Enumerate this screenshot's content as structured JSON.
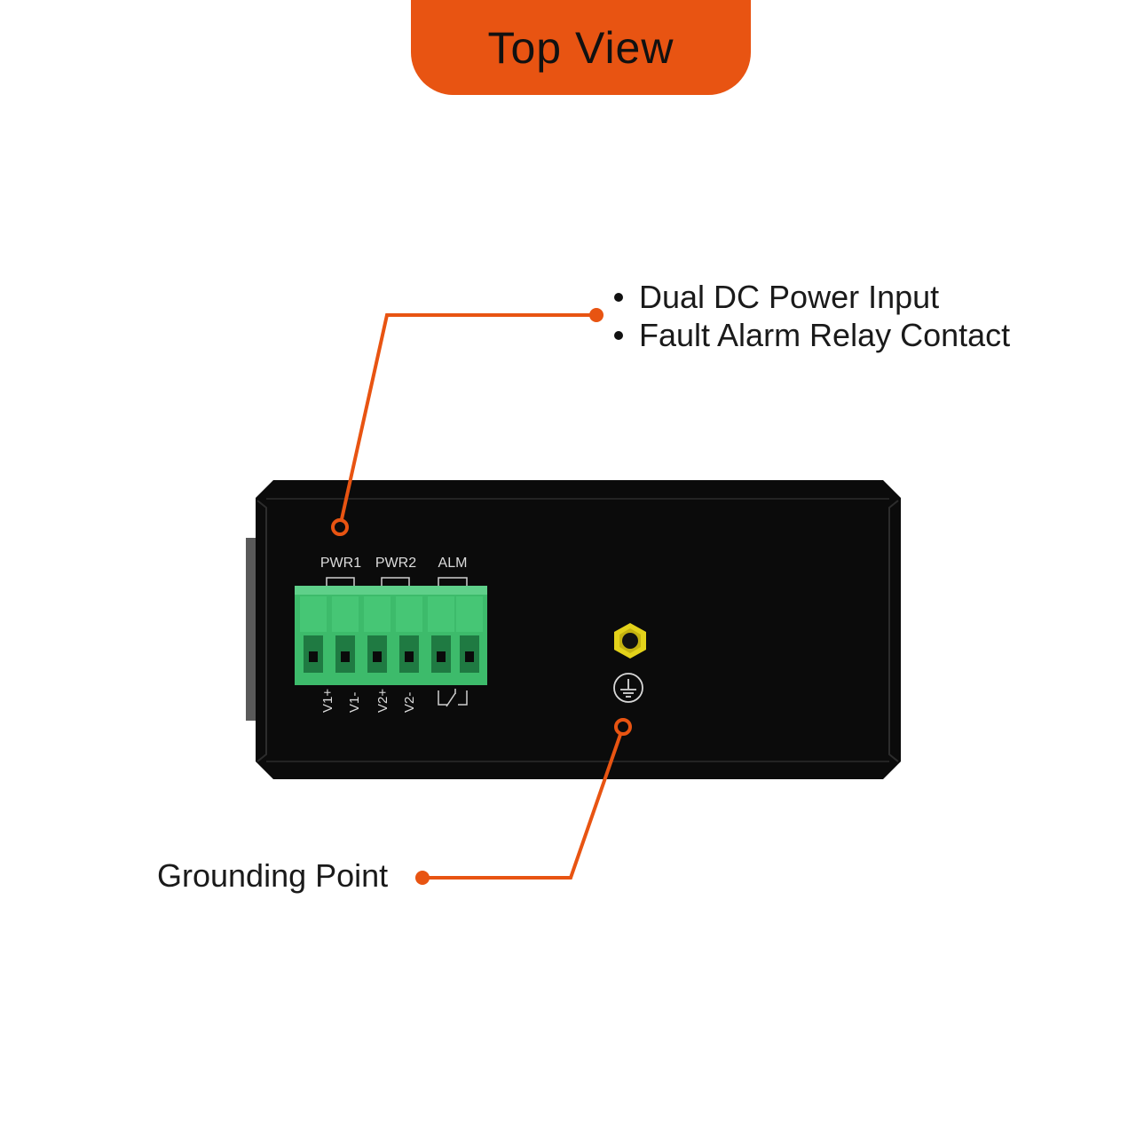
{
  "header": {
    "title": "Top View",
    "tab_color": "#E85412"
  },
  "callouts": {
    "power_features": [
      "Dual DC Power Input",
      "Fault Alarm Relay Contact"
    ],
    "grounding": "Grounding Point",
    "line_color": "#E85412"
  },
  "device": {
    "body_color": "#0b0b0b",
    "terminal_color": "#3dbb6b",
    "groups": [
      "PWR1",
      "PWR2",
      "ALM"
    ],
    "pins": [
      "V1+",
      "V1-",
      "V2+",
      "V2-"
    ],
    "ground_screw_color": "#e3d21a",
    "icons": [
      "terminal-block-icon",
      "ground-screw-icon",
      "earth-ground-icon",
      "relay-contact-icon"
    ]
  }
}
